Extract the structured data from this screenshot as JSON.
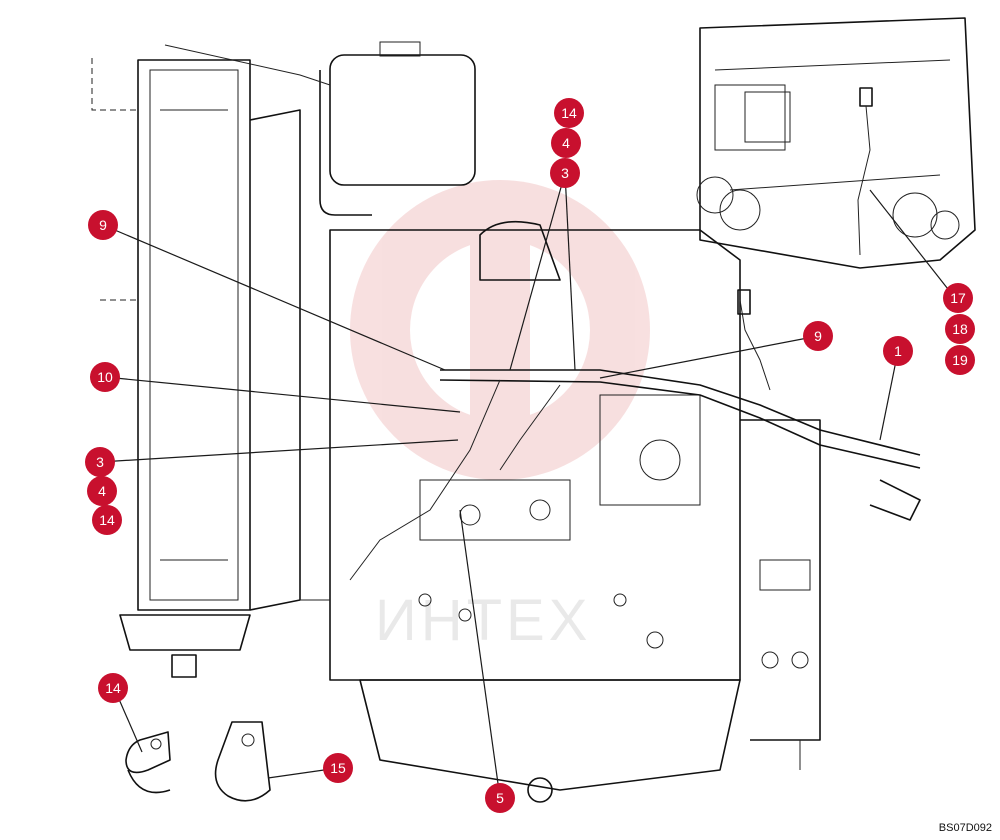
{
  "diagram": {
    "drawing_code": "BS07D092",
    "watermark_text": "ИНТЕХ",
    "callouts": [
      {
        "id": "c14a",
        "label": "14"
      },
      {
        "id": "c4a",
        "label": "4"
      },
      {
        "id": "c3a",
        "label": "3"
      },
      {
        "id": "c9a",
        "label": "9"
      },
      {
        "id": "c9b",
        "label": "9"
      },
      {
        "id": "c1",
        "label": "1"
      },
      {
        "id": "c10",
        "label": "10"
      },
      {
        "id": "c3b",
        "label": "3"
      },
      {
        "id": "c4b",
        "label": "4"
      },
      {
        "id": "c14b",
        "label": "14"
      },
      {
        "id": "c17",
        "label": "17"
      },
      {
        "id": "c18",
        "label": "18"
      },
      {
        "id": "c19",
        "label": "19"
      },
      {
        "id": "c14c",
        "label": "14"
      },
      {
        "id": "c15",
        "label": "15"
      },
      {
        "id": "c5",
        "label": "5"
      }
    ],
    "colors": {
      "callout": "#c8102e",
      "line": "#1a1a1a",
      "watermark": "#f2c6c6"
    }
  }
}
